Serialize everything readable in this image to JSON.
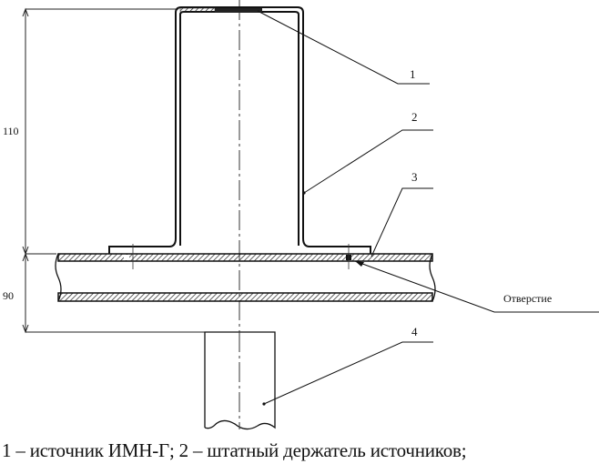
{
  "dimensions": {
    "upper": "110",
    "lower": "90"
  },
  "callouts": {
    "c1": "1",
    "c2": "2",
    "c3": "3",
    "c4": "4",
    "hole": "Отверстие"
  },
  "caption": "1 – источник ИМН-Г; 2 – штатный держатель источников;"
}
